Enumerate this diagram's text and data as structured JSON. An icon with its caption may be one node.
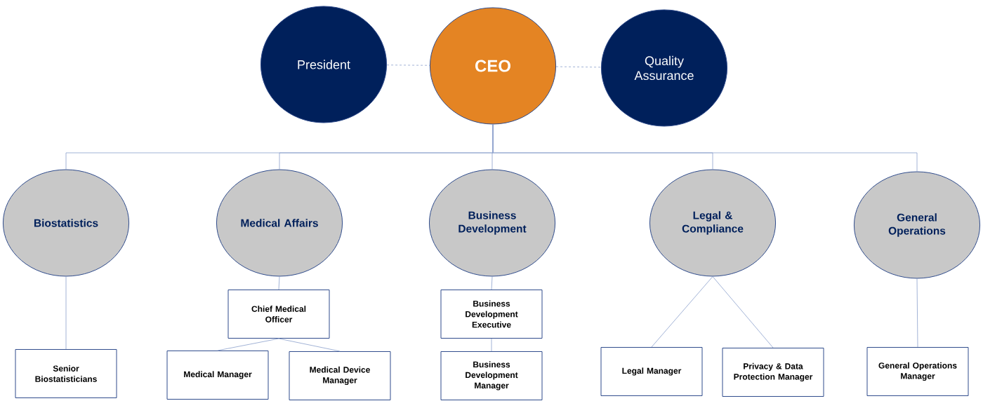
{
  "diagram": {
    "nodes": [
      {
        "text": [
          "President"
        ]
      },
      {
        "text": [
          "CEO"
        ]
      },
      {
        "text": [
          "Quality Assurance"
        ]
      },
      {
        "text": [
          "Biostatistics"
        ]
      },
      {
        "text": [
          "Medical Affairs"
        ]
      },
      {
        "text": [
          "Business Development"
        ]
      },
      {
        "text": [
          "Legal & Compliance"
        ]
      },
      {
        "text": [
          "General Operations"
        ]
      },
      {
        "text": [
          "Senior Biostatisticians"
        ]
      },
      {
        "text": [
          "Chief Medical Officer"
        ]
      },
      {
        "text": [
          "Medical Manager"
        ]
      },
      {
        "text": [
          "Medical Device Manager"
        ]
      },
      {
        "text": [
          "Business Development Executive"
        ]
      },
      {
        "text": [
          "Business Development Manager"
        ]
      },
      {
        "text": [
          "Legal Manager"
        ]
      },
      {
        "text": [
          "Privacy & Data Protection Manager"
        ]
      },
      {
        "text": [
          "General Operations Manager"
        ]
      }
    ],
    "edges": [
      {
        "from": 0,
        "to": 1,
        "arrow": "none",
        "style": "dashed"
      },
      {
        "from": 1,
        "to": 2,
        "arrow": "none",
        "style": "dashed"
      },
      {
        "from": 1,
        "to": 3,
        "arrow": "none"
      },
      {
        "from": 1,
        "to": 4,
        "arrow": "none"
      },
      {
        "from": 1,
        "to": 5,
        "arrow": "none"
      },
      {
        "from": 1,
        "to": 6,
        "arrow": "none"
      },
      {
        "from": 1,
        "to": 7,
        "arrow": "none"
      },
      {
        "from": 3,
        "to": 8,
        "arrow": "none"
      },
      {
        "from": 4,
        "to": 9,
        "arrow": "none"
      },
      {
        "from": 9,
        "to": 10,
        "arrow": "none"
      },
      {
        "from": 9,
        "to": 11,
        "arrow": "none"
      },
      {
        "from": 5,
        "to": 12,
        "arrow": "none"
      },
      {
        "from": 12,
        "to": 13,
        "arrow": "none"
      },
      {
        "from": 6,
        "to": 14,
        "arrow": "none"
      },
      {
        "from": 6,
        "to": 15,
        "arrow": "none"
      },
      {
        "from": 7,
        "to": 16,
        "arrow": "none"
      }
    ]
  }
}
